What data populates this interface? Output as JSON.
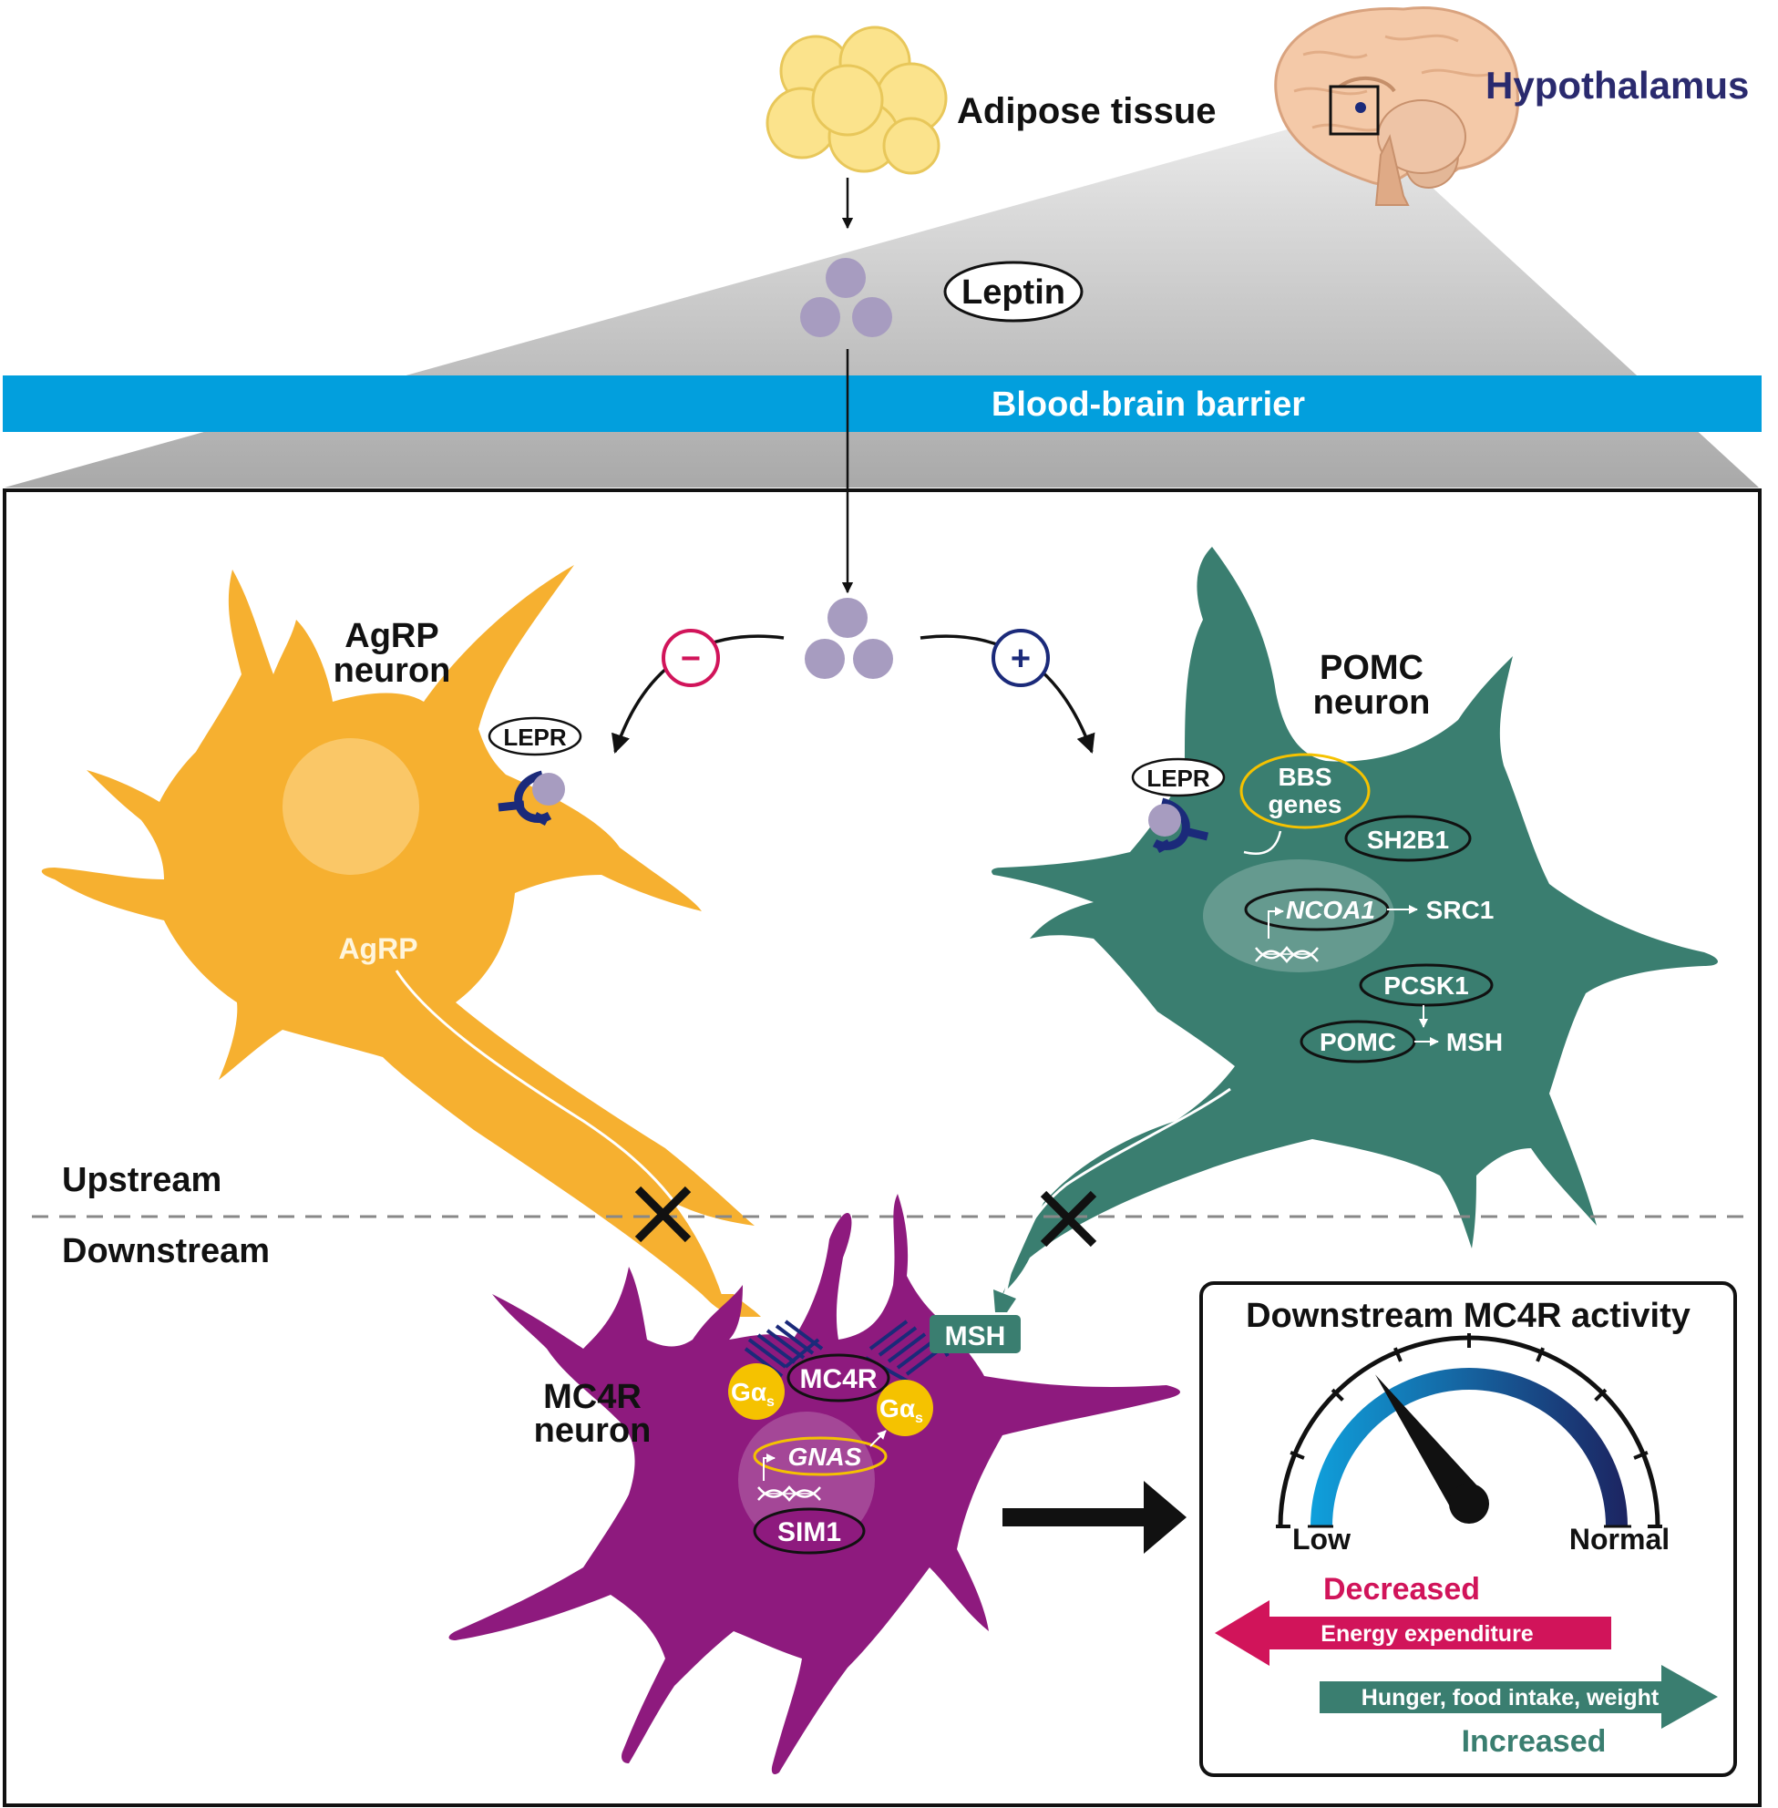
{
  "top": {
    "adipose_label": "Adipose tissue",
    "hypothalamus_label": "Hypothalamus",
    "leptin_label": "Leptin",
    "bbb_label": "Blood-brain barrier"
  },
  "agrp": {
    "title_line1": "AgRP",
    "title_line2": "neuron",
    "receptor_label": "LEPR",
    "product_label": "AgRP",
    "effect_sign": "−"
  },
  "pomc": {
    "title_line1": "POMC",
    "title_line2": "neuron",
    "receptor_label": "LEPR",
    "effect_sign": "+",
    "bbs_line1": "BBS",
    "bbs_line2": "genes",
    "sh2b1": "SH2B1",
    "ncoa1": "NCOA1",
    "src1": "SRC1",
    "pcsk1": "PCSK1",
    "pomc_gene": "POMC",
    "msh": "MSH"
  },
  "divider": {
    "upstream": "Upstream",
    "downstream": "Downstream"
  },
  "mc4r": {
    "title_line1": "MC4R",
    "title_line2": "neuron",
    "receptor": "MC4R",
    "galpha": "Gα",
    "galpha_sub": "s",
    "gnas": "GNAS",
    "sim1": "SIM1",
    "msh_tag": "MSH"
  },
  "panel": {
    "title": "Downstream MC4R activity",
    "gauge_low": "Low",
    "gauge_normal": "Normal",
    "gauge_reading": 0.3,
    "decreased": "Decreased",
    "energy": "Energy expenditure",
    "hunger": "Hunger, food intake, weight",
    "increased": "Increased"
  },
  "colors": {
    "agrp": "#F6B030",
    "pomc": "#3A7E70",
    "mc4r": "#8E1A7E",
    "bbb": "#029FDD",
    "receptor": "#1B2A7A",
    "leptin": "#A79CC0",
    "minus": "#D1145A",
    "plus": "#1B2A7A",
    "galpha": "#F5C200",
    "decreased": "#D1145A",
    "increased": "#3A7E70"
  }
}
